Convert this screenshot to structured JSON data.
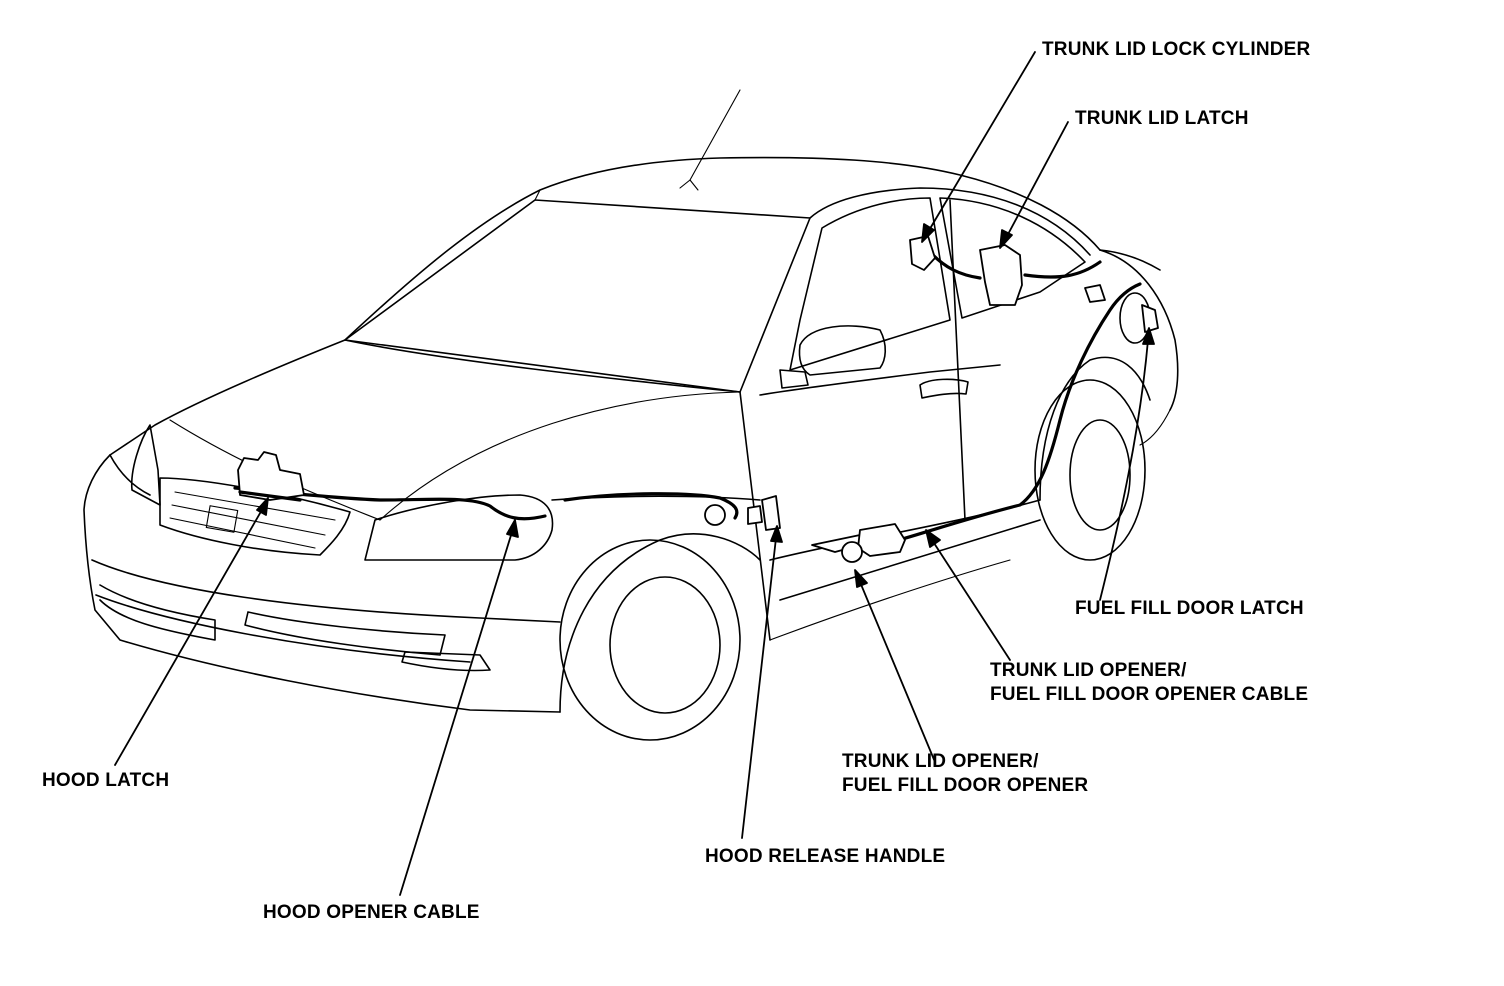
{
  "labels": {
    "trunk_lid_lock_cylinder": "TRUNK LID LOCK CYLINDER",
    "trunk_lid_latch": "TRUNK LID LATCH",
    "fuel_fill_door_latch": "FUEL FILL DOOR LATCH",
    "opener_cable_line1": "TRUNK LID OPENER/",
    "opener_cable_line2": "FUEL FILL DOOR OPENER CABLE",
    "opener_line1": "TRUNK LID OPENER/",
    "opener_line2": "FUEL FILL DOOR OPENER",
    "hood_latch": "HOOD LATCH",
    "hood_release_handle": "HOOD RELEASE HANDLE",
    "hood_opener_cable": "HOOD OPENER CABLE"
  },
  "colors": {
    "line": "#000000",
    "background": "#ffffff"
  }
}
